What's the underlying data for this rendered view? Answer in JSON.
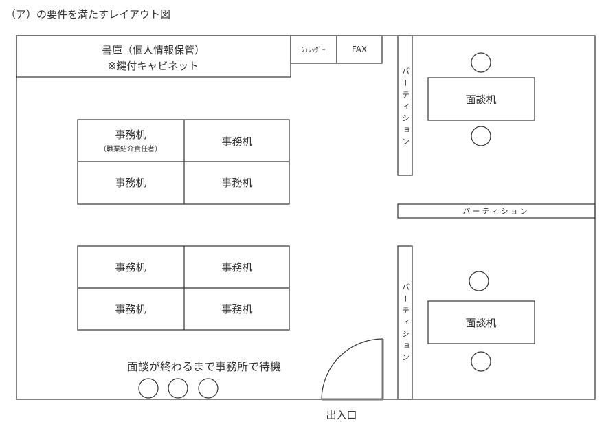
{
  "title": "（ア）の要件を満たすレイアウト図",
  "bookshelf": {
    "line1": "書庫（個人情報保管）",
    "line2": "※鍵付キャビネット"
  },
  "shredder": "ｼｭﾚｯﾀﾞｰ",
  "fax": "FAX",
  "partition_label": "パーティション",
  "desk_label": "事務机",
  "desk_sub": "（職業紹介責任者）",
  "interview_desk": "面談机",
  "waiting_text": "面談が終わるまで事務所で待機",
  "entrance": "出入口"
}
